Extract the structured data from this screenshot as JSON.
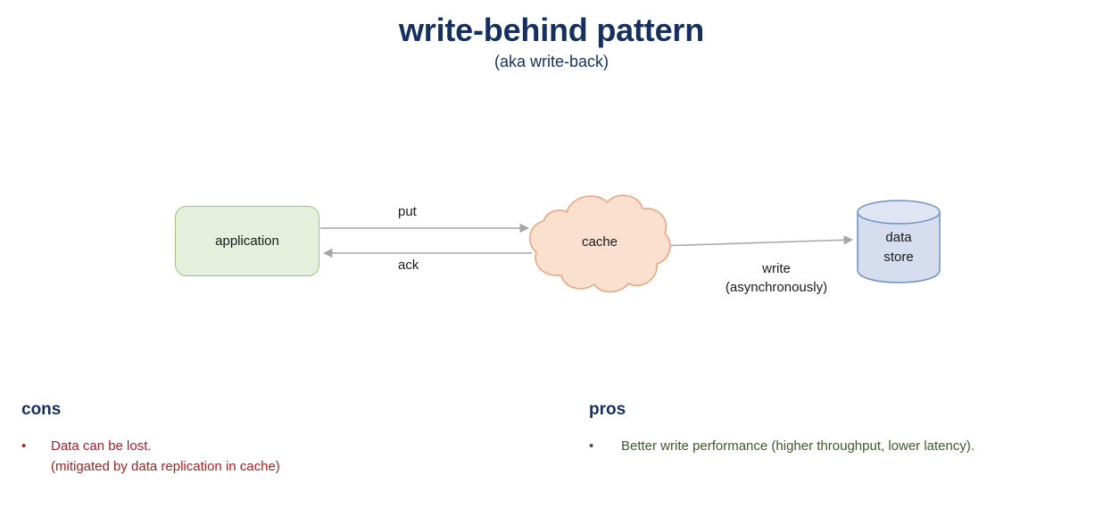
{
  "title": {
    "main": "write-behind pattern",
    "subtitle": "(aka write-back)"
  },
  "colors": {
    "title_navy": "#15305e",
    "cons_red": "#9e2226",
    "pros_green": "#3d5a2c",
    "app_fill": "#e4efdc",
    "app_stroke": "#9cc382",
    "cache_fill": "#fbe0d0",
    "cache_stroke": "#e8a683",
    "store_fill": "#d6ddee",
    "store_stroke": "#6f8fc4",
    "arrow_gray": "#a6a6a6",
    "background": "#ffffff"
  },
  "diagram": {
    "nodes": {
      "application": {
        "label": "application",
        "shape": "rounded-rectangle"
      },
      "cache": {
        "label": "cache",
        "shape": "cloud"
      },
      "data_store": {
        "label_line1": "data",
        "label_line2": "store",
        "shape": "cylinder"
      }
    },
    "edges": [
      {
        "id": "put",
        "label": "put",
        "from": "application",
        "to": "cache",
        "direction": "right"
      },
      {
        "id": "ack",
        "label": "ack",
        "from": "cache",
        "to": "application",
        "direction": "left"
      },
      {
        "id": "write",
        "label_line1": "write",
        "label_line2": "(asynchronously)",
        "from": "cache",
        "to": "data_store",
        "direction": "right"
      }
    ]
  },
  "sections": {
    "cons": {
      "heading": "cons",
      "bullet_char": "•",
      "items": [
        {
          "line1": "Data can be lost.",
          "line2": "(mitigated by data replication in cache)"
        }
      ]
    },
    "pros": {
      "heading": "pros",
      "bullet_char": "•",
      "items": [
        {
          "line1": "Better write performance (higher throughput, lower latency)."
        }
      ]
    }
  }
}
